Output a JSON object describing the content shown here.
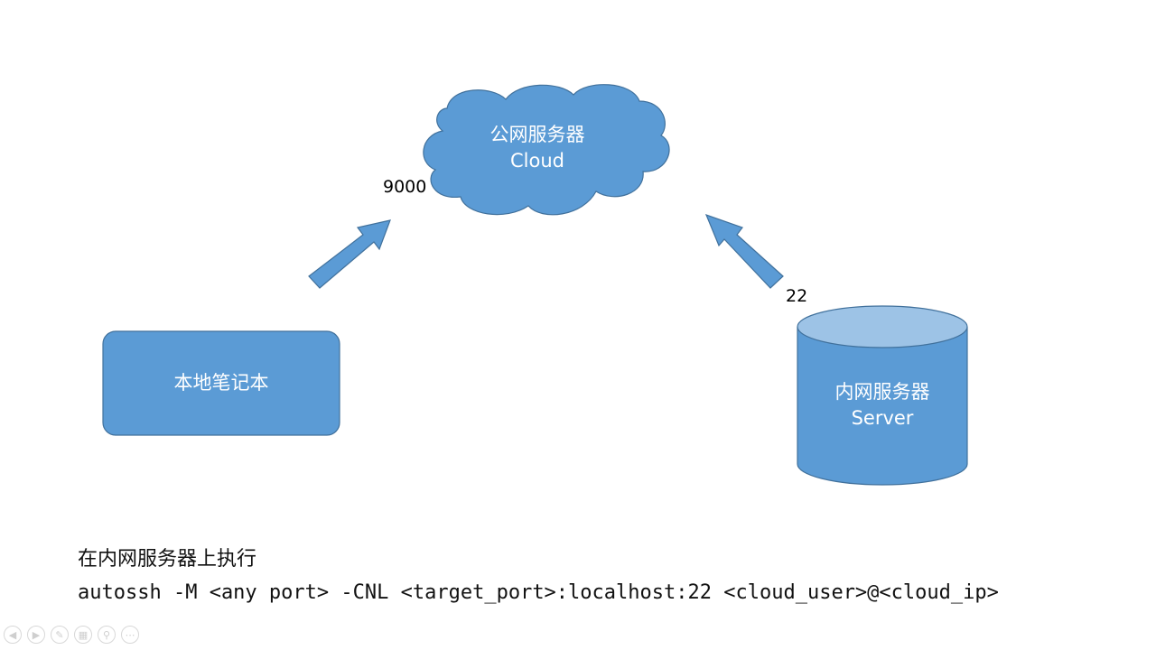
{
  "diagram": {
    "cloud": {
      "line1": "公网服务器",
      "line2": "Cloud"
    },
    "laptop": {
      "label": "本地笔记本"
    },
    "server": {
      "line1": "内网服务器",
      "line2": "Server"
    },
    "port_left": "9000",
    "port_right": "22"
  },
  "instructions": {
    "caption": "在内网服务器上执行",
    "command": "autossh -M <any port> -CNL <target_port>:localhost:22 <cloud_user>@<cloud_ip>"
  },
  "toolbar": {
    "icons": [
      "prev-icon",
      "next-icon",
      "pen-icon",
      "slides-icon",
      "zoom-icon",
      "more-icon"
    ]
  },
  "colors": {
    "shape_fill": "#5b9bd5",
    "shape_stroke": "#41719c",
    "cylinder_top": "#9dc3e6"
  }
}
